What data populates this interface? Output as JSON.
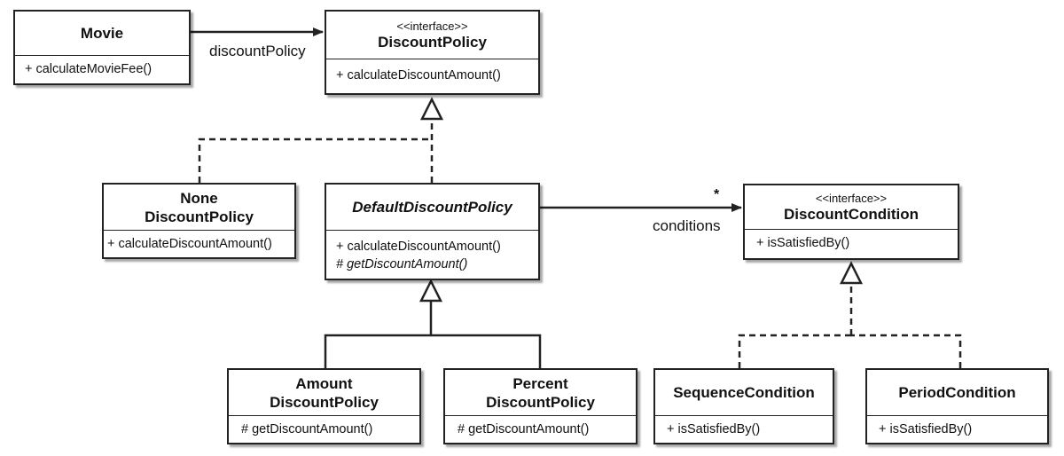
{
  "classes": {
    "movie": {
      "name": "Movie",
      "operations": [
        "+ calculateMovieFee()"
      ]
    },
    "discount_policy": {
      "stereotype": "<<interface>>",
      "name": "DiscountPolicy",
      "operations": [
        "+ calculateDiscountAmount()"
      ]
    },
    "none_discount_policy": {
      "name_line1": "None",
      "name_line2": "DiscountPolicy",
      "operations": [
        "+ calculateDiscountAmount()"
      ]
    },
    "default_discount_policy": {
      "name": "DefaultDiscountPolicy",
      "operations": [
        "+ calculateDiscountAmount()",
        "# getDiscountAmount()"
      ]
    },
    "discount_condition": {
      "stereotype": "<<interface>>",
      "name": "DiscountCondition",
      "operations": [
        "+ isSatisfiedBy()"
      ]
    },
    "amount_discount_policy": {
      "name_line1": "Amount",
      "name_line2": "DiscountPolicy",
      "operations": [
        "# getDiscountAmount()"
      ]
    },
    "percent_discount_policy": {
      "name_line1": "Percent",
      "name_line2": "DiscountPolicy",
      "operations": [
        "# getDiscountAmount()"
      ]
    },
    "sequence_condition": {
      "name": "SequenceCondition",
      "operations": [
        "+ isSatisfiedBy()"
      ]
    },
    "period_condition": {
      "name": "PeriodCondition",
      "operations": [
        "+ isSatisfiedBy()"
      ]
    }
  },
  "associations": {
    "discount_policy_label": "discountPolicy",
    "conditions_label": "conditions",
    "conditions_multiplicity": "*"
  },
  "colors": {
    "line": "#222222",
    "background": "#ffffff",
    "text": "#111111"
  }
}
